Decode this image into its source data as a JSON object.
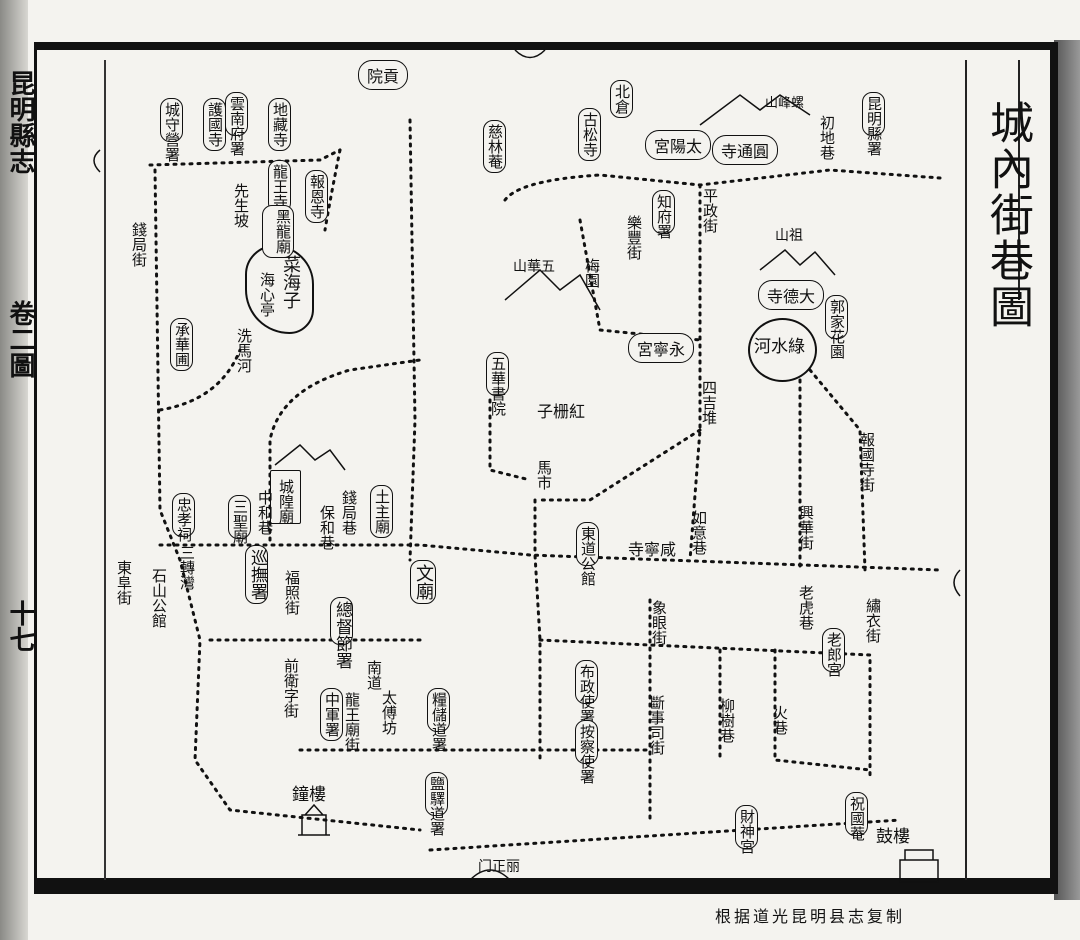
{
  "title": "城內街巷圖",
  "margin": {
    "book": "昆明縣志",
    "chapter": "卷二圖",
    "page": "十七"
  },
  "caption": "根据道光昆明县志复制",
  "places": [
    {
      "name": "貢院"
    },
    {
      "name": "城守營署"
    },
    {
      "name": "護國寺"
    },
    {
      "name": "雲南府署"
    },
    {
      "name": "地藏寺"
    },
    {
      "name": "龍王寺"
    },
    {
      "name": "黑龍廟"
    },
    {
      "name": "報恩寺"
    },
    {
      "name": "承華圃"
    },
    {
      "name": "五華書院"
    },
    {
      "name": "圓通寺"
    },
    {
      "name": "太陽宮"
    },
    {
      "name": "北倉"
    },
    {
      "name": "古松寺"
    },
    {
      "name": "慈林菴"
    },
    {
      "name": "昆明縣署"
    },
    {
      "name": "大德寺"
    },
    {
      "name": "郭家花園"
    },
    {
      "name": "知府署"
    },
    {
      "name": "永寧宮"
    },
    {
      "name": "城隍廟"
    },
    {
      "name": "三聖廟"
    },
    {
      "name": "忠孝祠"
    },
    {
      "name": "土主廟"
    },
    {
      "name": "文廟"
    },
    {
      "name": "巡撫署"
    },
    {
      "name": "總督節署"
    },
    {
      "name": "中軍署"
    },
    {
      "name": "糧儲道署"
    },
    {
      "name": "布政使署"
    },
    {
      "name": "按察使署"
    },
    {
      "name": "鹽驛道署"
    },
    {
      "name": "財神宮"
    },
    {
      "name": "祝國菴"
    },
    {
      "name": "老郎宮"
    },
    {
      "name": "東道公館"
    },
    {
      "name": "石山公館"
    }
  ],
  "water": {
    "lake": "菜海子",
    "pavilion": "海心亭",
    "river": "綠水河"
  },
  "landmarks": {
    "bell_tower": "鐘樓",
    "drum_tower": "鼓樓",
    "south_gate": "丽正门",
    "mountain_luofeng": "螺峰山",
    "mountain_wuhua": "五華山",
    "mountain_zu": "祖山"
  },
  "streets": [
    "初地巷",
    "梅園",
    "樂豐街",
    "平政街",
    "洗馬河",
    "錢局街",
    "先生坡",
    "紅栅子",
    "馬市",
    "咸寧寺",
    "如意巷",
    "四吉堆",
    "報國寺街",
    "興華街",
    "老虎巷",
    "繡衣街",
    "象眼街",
    "斷事司街",
    "柳樹巷",
    "火巷",
    "三轉灣",
    "東阜街",
    "中和巷",
    "保和巷",
    "錢局巷",
    "福照街",
    "太傅坊",
    "南道",
    "龍王廟街",
    "前衛字街"
  ]
}
